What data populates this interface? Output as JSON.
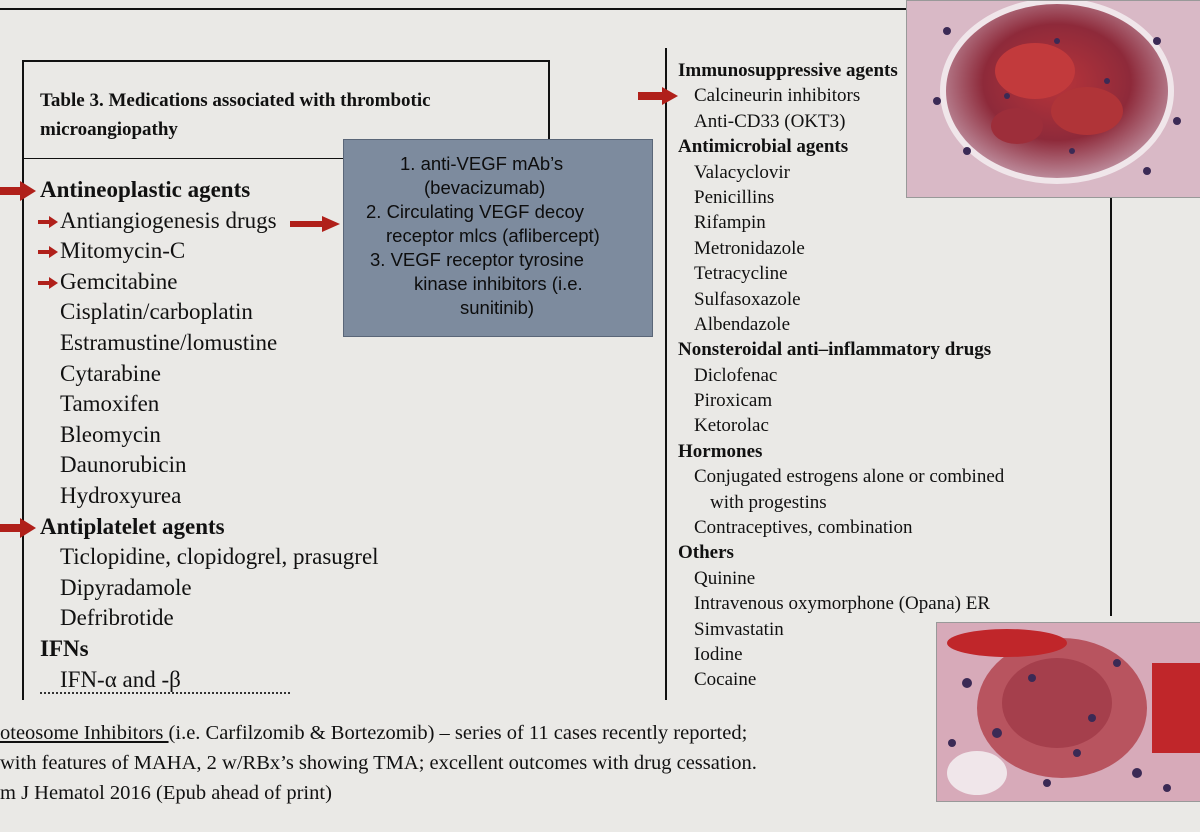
{
  "table": {
    "title": "Table 3.   Medications associated with thrombotic microangiopathy"
  },
  "left_list": [
    {
      "text": "Antineoplastic agents",
      "kind": "head",
      "arrow": "big"
    },
    {
      "text": "Antiangiogenesis drugs",
      "kind": "item",
      "arrow": "small"
    },
    {
      "text": "Mitomycin-C",
      "kind": "item",
      "arrow": "small"
    },
    {
      "text": "Gemcitabine",
      "kind": "item",
      "arrow": "small"
    },
    {
      "text": "Cisplatin/carboplatin",
      "kind": "sub"
    },
    {
      "text": "Estramustine/lomustine",
      "kind": "sub"
    },
    {
      "text": "Cytarabine",
      "kind": "sub"
    },
    {
      "text": "Tamoxifen",
      "kind": "sub"
    },
    {
      "text": "Bleomycin",
      "kind": "sub"
    },
    {
      "text": "Daunorubicin",
      "kind": "sub"
    },
    {
      "text": "Hydroxyurea",
      "kind": "sub"
    },
    {
      "text": "Antiplatelet agents",
      "kind": "head",
      "arrow": "big"
    },
    {
      "text": "Ticlopidine, clopidogrel, prasugrel",
      "kind": "sub"
    },
    {
      "text": "Dipyradamole",
      "kind": "sub"
    },
    {
      "text": "Defribrotide",
      "kind": "sub"
    },
    {
      "text": "IFNs",
      "kind": "head2"
    },
    {
      "text": "IFN-α and -β",
      "kind": "sub"
    }
  ],
  "callout": {
    "items": [
      "1.  anti-VEGF mAb’s",
      "(bevacizumab)",
      "2.  Circulating VEGF decoy",
      "receptor mlcs (aflibercept)",
      "3.  VEGF receptor tyrosine",
      "kinase inhibitors (i.e.",
      "sunitinib)"
    ]
  },
  "right_list": [
    {
      "text": "Immunosuppressive agents",
      "kind": "head"
    },
    {
      "text": "Calcineurin inhibitors",
      "kind": "sub",
      "arrow": true
    },
    {
      "text": "Anti-CD33 (OKT3)",
      "kind": "sub"
    },
    {
      "text": "Antimicrobial agents",
      "kind": "head"
    },
    {
      "text": "Valacyclovir",
      "kind": "sub"
    },
    {
      "text": "Penicillins",
      "kind": "sub"
    },
    {
      "text": "Rifampin",
      "kind": "sub"
    },
    {
      "text": "Metronidazole",
      "kind": "sub"
    },
    {
      "text": "Tetracycline",
      "kind": "sub"
    },
    {
      "text": "Sulfasoxazole",
      "kind": "sub"
    },
    {
      "text": "Albendazole",
      "kind": "sub"
    },
    {
      "text": "Nonsteroidal anti–inflammatory drugs",
      "kind": "head"
    },
    {
      "text": "Diclofenac",
      "kind": "sub"
    },
    {
      "text": "Piroxicam",
      "kind": "sub"
    },
    {
      "text": "Ketorolac",
      "kind": "sub"
    },
    {
      "text": "Hormones",
      "kind": "head"
    },
    {
      "text": "Conjugated estrogens alone or combined",
      "kind": "sub"
    },
    {
      "text": "with progestins",
      "kind": "sub2"
    },
    {
      "text": "Contraceptives, combination",
      "kind": "sub"
    },
    {
      "text": "Others",
      "kind": "head"
    },
    {
      "text": "Quinine",
      "kind": "sub"
    },
    {
      "text": "Intravenous oxymorphone (Opana) ER",
      "kind": "sub"
    },
    {
      "text": "Simvastatin",
      "kind": "sub"
    },
    {
      "text": "Iodine",
      "kind": "sub"
    },
    {
      "text": "Cocaine",
      "kind": "sub"
    }
  ],
  "footer": {
    "line1_underlined": "oteosome Inhibitors ",
    "line1_rest": "(i.e. Carfilzomib & Bortezomib) – series of 11 cases recently reported;",
    "line2": " with features of MAHA, 2 w/RBx’s showing TMA; excellent outcomes with drug cessation.",
    "line3": "m J Hematol 2016 (Epub ahead of print)"
  },
  "colors": {
    "arrow": "#b0201a",
    "callout_bg": "#7d8b9e",
    "background": "#eae9e6"
  }
}
